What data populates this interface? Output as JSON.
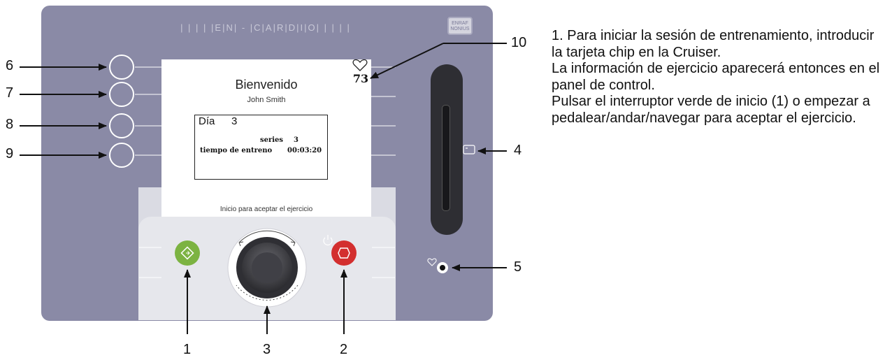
{
  "console": {
    "brand_text": "| | | | |E|N| - |C|A|R|D|I|O| | | | |",
    "badge_text": "ENRAF NONIUS"
  },
  "screen": {
    "welcome": "Bienvenido",
    "user": "John Smith",
    "heart_rate": "73",
    "day_label": "Día",
    "day_value": "3",
    "series_label": "series",
    "series_value": "3",
    "tiempo_label": "tiempo de entreno",
    "tiempo_value": "00:03:20",
    "hint": "Inicio para aceptar el ejercicio"
  },
  "callouts": {
    "c1": "1",
    "c2": "2",
    "c3": "3",
    "c4": "4",
    "c5": "5",
    "c6": "6",
    "c7": "7",
    "c8": "8",
    "c9": "9",
    "c10": "10"
  },
  "description": {
    "p1": "1. Para iniciar la sesión de entrenamiento, introducir la tarjeta chip en la Cruiser.",
    "p2": "La información de ejercicio aparecerá entonces en el panel de control.",
    "p3": "Pulsar el interruptor verde de inicio (1) o empezar a pedalear/andar/navegar para aceptar el ejercicio."
  },
  "colors": {
    "panel": "#8a8aa6",
    "start_button": "#7cb342",
    "stop_button": "#d32f2f"
  }
}
